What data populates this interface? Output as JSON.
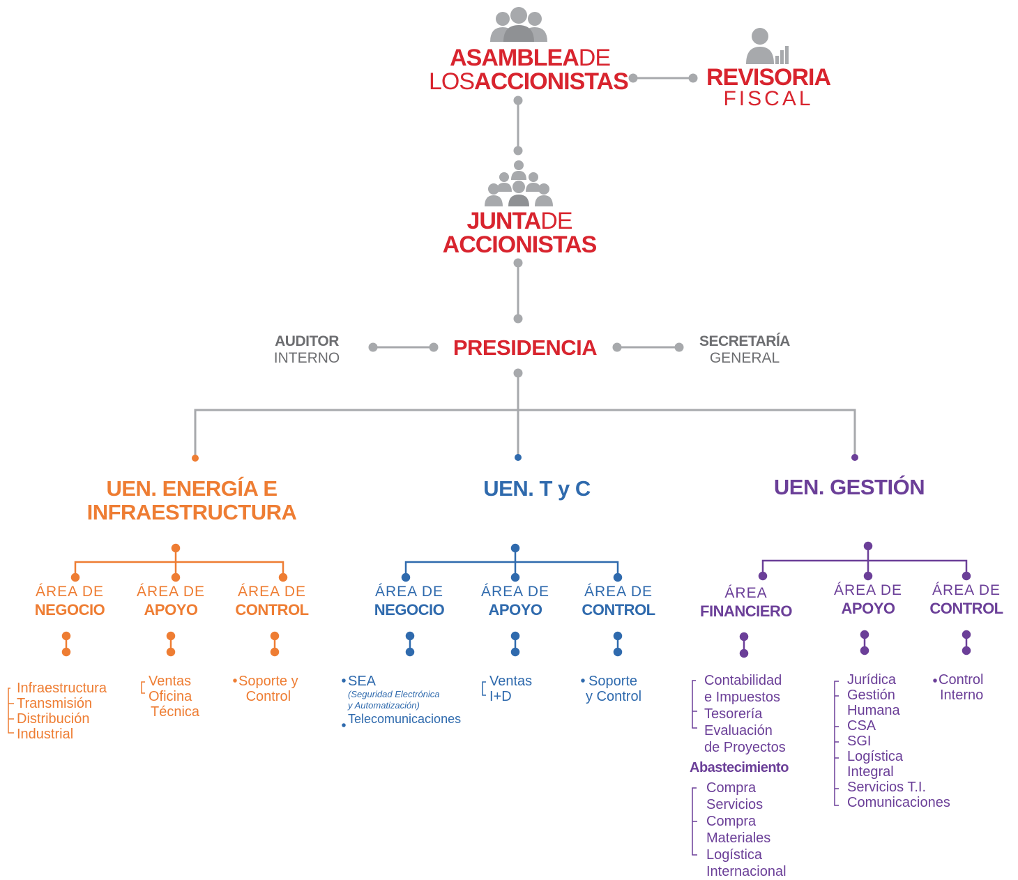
{
  "top": {
    "asamblea": {
      "bold1": "ASAMBLEA",
      "light1": "DE",
      "light2": "LOS",
      "bold2": "ACCIONISTAS"
    },
    "revisoria": {
      "bold": "REVISORIA",
      "light": "FISCAL"
    },
    "junta": {
      "bold1": "JUNTA",
      "light1": "DE",
      "bold2": "ACCIONISTAS"
    },
    "presidencia": "PRESIDENCIA",
    "auditor": {
      "bold": "AUDITOR",
      "light": "INTERNO"
    },
    "secretaria": {
      "bold": "SECRETARÍA",
      "light": "GENERAL"
    }
  },
  "units": {
    "energia": {
      "title_line1": "UEN. ENERGÍA E",
      "title_line2": "INFRAESTRUCTURA",
      "areas": [
        {
          "top": "ÁREA DE",
          "bottom": "NEGOCIO",
          "items": [
            "Infraestructura",
            "Transmisión",
            "Distribución",
            "Industrial"
          ]
        },
        {
          "top": "ÁREA DE",
          "bottom": "APOYO",
          "items": [
            "Ventas",
            "Oficina",
            "Técnica"
          ]
        },
        {
          "top": "ÁREA DE",
          "bottom": "CONTROL",
          "items": [
            "Soporte y",
            "Control"
          ]
        }
      ]
    },
    "tyc": {
      "title": "UEN. T y C",
      "areas": [
        {
          "top": "ÁREA DE",
          "bottom": "NEGOCIO",
          "items": [
            "SEA",
            "(Seguridad Electrónica",
            "y Automatización)",
            "Telecomunicaciones"
          ]
        },
        {
          "top": "ÁREA DE",
          "bottom": "APOYO",
          "items": [
            "Ventas",
            "I+D"
          ]
        },
        {
          "top": "ÁREA DE",
          "bottom": "CONTROL",
          "items": [
            "Soporte",
            "y Control"
          ]
        }
      ]
    },
    "gestion": {
      "title": "UEN. GESTIÓN",
      "areas": [
        {
          "top": "ÁREA",
          "bottom": "FINANCIERO",
          "items": [
            "Contabilidad",
            "e Impuestos",
            "Tesorería",
            "Evaluación",
            "de Proyectos"
          ],
          "subheading": "Abastecimiento",
          "subitems": [
            "Compra",
            "Servicios",
            "Compra",
            "Materiales",
            "Logística",
            "Internacional"
          ]
        },
        {
          "top": "ÁREA DE",
          "bottom": "APOYO",
          "items": [
            "Jurídica",
            "Gestión",
            "Humana",
            "CSA",
            "SGI",
            "Logística",
            "Integral",
            "Servicios T.I.",
            "Comunicaciones"
          ]
        },
        {
          "top": "ÁREA DE",
          "bottom": "CONTROL",
          "items": [
            "Control",
            "Interno"
          ]
        }
      ]
    }
  },
  "colors": {
    "red": "#d8242e",
    "gray": "#a7a9ac",
    "dark_gray": "#6d6e71",
    "orange": "#ee7d33",
    "blue": "#2f6aad",
    "purple": "#6b3f98"
  },
  "icons": [
    "group-people-icon",
    "businessman-chart-icon",
    "board-pyramid-icon"
  ]
}
